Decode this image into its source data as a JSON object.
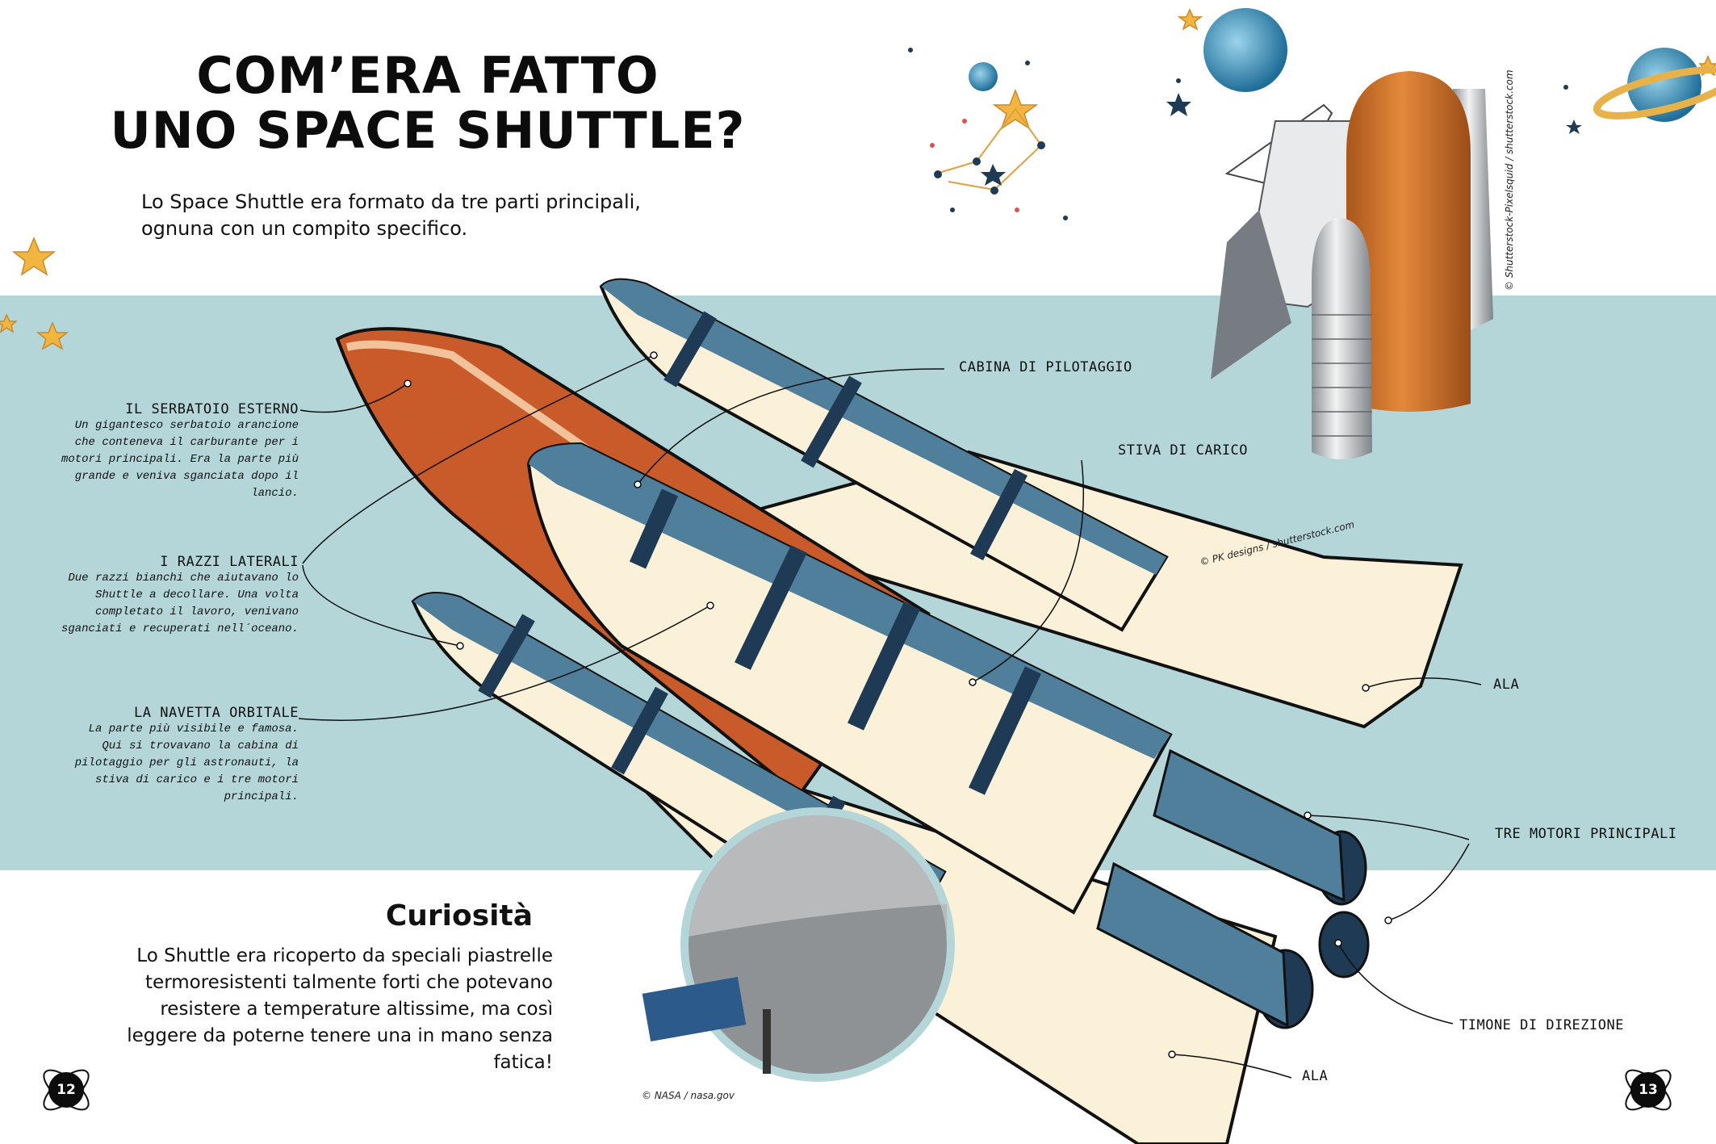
{
  "title": {
    "line1": "COM’ERA FATTO",
    "line2": "UNO SPACE SHUTTLE?"
  },
  "intro": "Lo Space Shuttle era formato da tre parti principali, ognuna con un compito specifico.",
  "labels": {
    "tank": {
      "heading": "IL SERBATOIO ESTERNO",
      "desc": "Un gigantesco serbatoio arancione che conteneva il carburante per i motori principali. Era la parte più grande e veniva sganciata dopo il lancio."
    },
    "boosters": {
      "heading": "I RAZZI LATERALI",
      "desc": "Due razzi bianchi che aiutavano lo Shuttle a decollare. Una volta completato il lavoro, venivano sganciati e recuperati nell´oceano."
    },
    "orbiter": {
      "heading": "LA NAVETTA ORBITALE",
      "desc": "La parte più visibile e famosa. Qui si trovavano la cabina di pilotaggio per gli astronauti, la stiva di carico e i tre motori principali."
    }
  },
  "tags": {
    "cockpit": "CABINA DI PILOTAGGIO",
    "cargo": "STIVA DI CARICO",
    "wing_top": "ALA",
    "engines": "TRE MOTORI PRINCIPALI",
    "rudder": "TIMONE DI DIREZIONE",
    "wing_bottom": "ALA"
  },
  "credits": {
    "photo_top": "© Shutterstock-Pixelsquid / shutterstock.com",
    "illustration": "© PK designs / shutterstock.com",
    "nasa": "© NASA / nasa.gov"
  },
  "curiosity": {
    "title": "Curiosità",
    "text": "Lo Shuttle era ricoperto da speciali piastrelle termoresistenti talmente forti che potevano resistere a temperature altissime, ma così leggere da poterne tenere una in mano senza fatica!"
  },
  "pages": {
    "left": "12",
    "right": "13"
  },
  "colors": {
    "band": "#b5d6d9",
    "tank": "#c95a2a",
    "steel": "#4f7f9a",
    "navy": "#1e3a55",
    "cream": "#fbf0d8",
    "gold": "#f2b640"
  }
}
